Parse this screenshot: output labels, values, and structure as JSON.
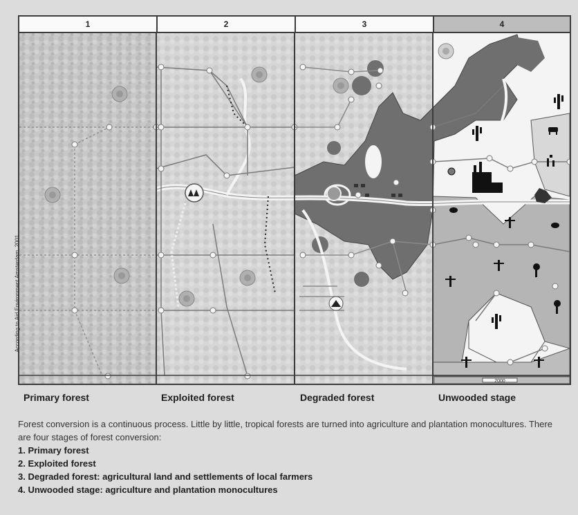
{
  "stages": [
    {
      "number": "1",
      "label": "Primary forest"
    },
    {
      "number": "2",
      "label": "Exploited forest"
    },
    {
      "number": "3",
      "label": "Degraded forest"
    },
    {
      "number": "4",
      "label": "Unwooded stage"
    }
  ],
  "scale_label": "2000",
  "credit": "According to Aid Environment Amsterdam, 2001",
  "description": {
    "intro": "Forest conversion is a continuous process. Little by little, tropical forests are turned into agriculture and plantation monocultures. There are four stages of forest conversion:",
    "items": [
      "1. Primary forest",
      "2. Exploited forest",
      "3. Degraded forest: agricultural land and settlements of local farmers",
      "4. Unwooded stage: agriculture and plantation monocultures"
    ]
  },
  "colors": {
    "forest": "#c9c9c9",
    "cleared": "#6f6f6f",
    "road": "#f4f4f4",
    "frame": "#3c3c3c",
    "panel4": "#bdbdbd"
  }
}
